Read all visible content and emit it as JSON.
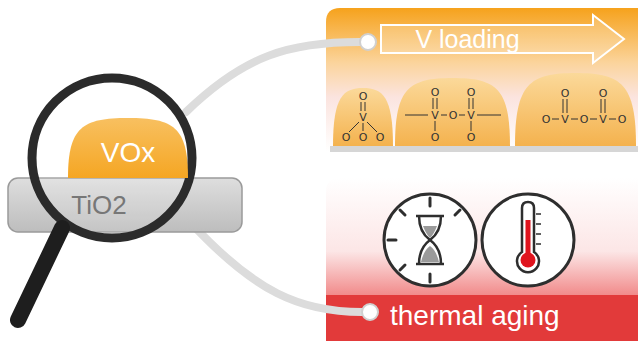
{
  "diagram": {
    "nodes": [
      {
        "text": [
          "VOx"
        ]
      },
      {
        "text": [
          "TiO2"
        ]
      },
      {
        "text": [
          "V loading"
        ]
      },
      {
        "text": [
          "O",
          "V",
          "O",
          "O",
          "O"
        ]
      },
      {
        "text": [
          "O",
          "O",
          "V",
          "O",
          "V",
          "O",
          "O"
        ]
      },
      {
        "text": [
          "O",
          "O",
          "O",
          "V",
          "O",
          "V",
          "O"
        ]
      },
      {
        "text": [
          "thermal aging"
        ]
      }
    ]
  }
}
